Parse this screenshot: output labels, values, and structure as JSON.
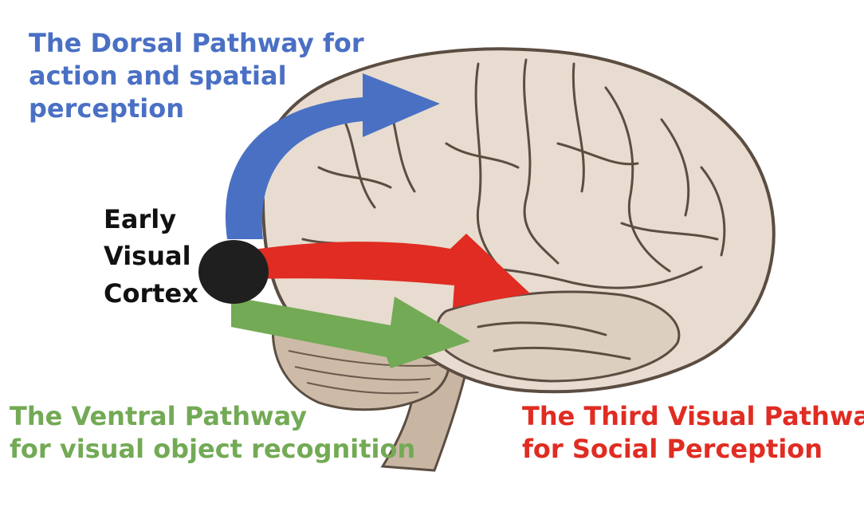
{
  "diagram": {
    "colors": {
      "dorsal": "#4a70c4",
      "ventral": "#73aa55",
      "third": "#e02c22",
      "node": "#1f1f1f",
      "early": "#111111",
      "brain_fill": "#e7dccf",
      "brain_shadow": "#c9b7a4",
      "brain_line": "#5b4d41",
      "cerebellum": "#cdbba8",
      "stem": "#c8b6a3"
    },
    "dorsal_label": [
      "The Dorsal Pathway for",
      "action and spatial",
      "perception"
    ],
    "early_label": [
      "Early",
      "Visual",
      "Cortex"
    ],
    "ventral_label": [
      "The Ventral Pathway",
      "for visual object recognition"
    ],
    "third_label": [
      "The Third Visual Pathway",
      "for Social Perception"
    ]
  }
}
